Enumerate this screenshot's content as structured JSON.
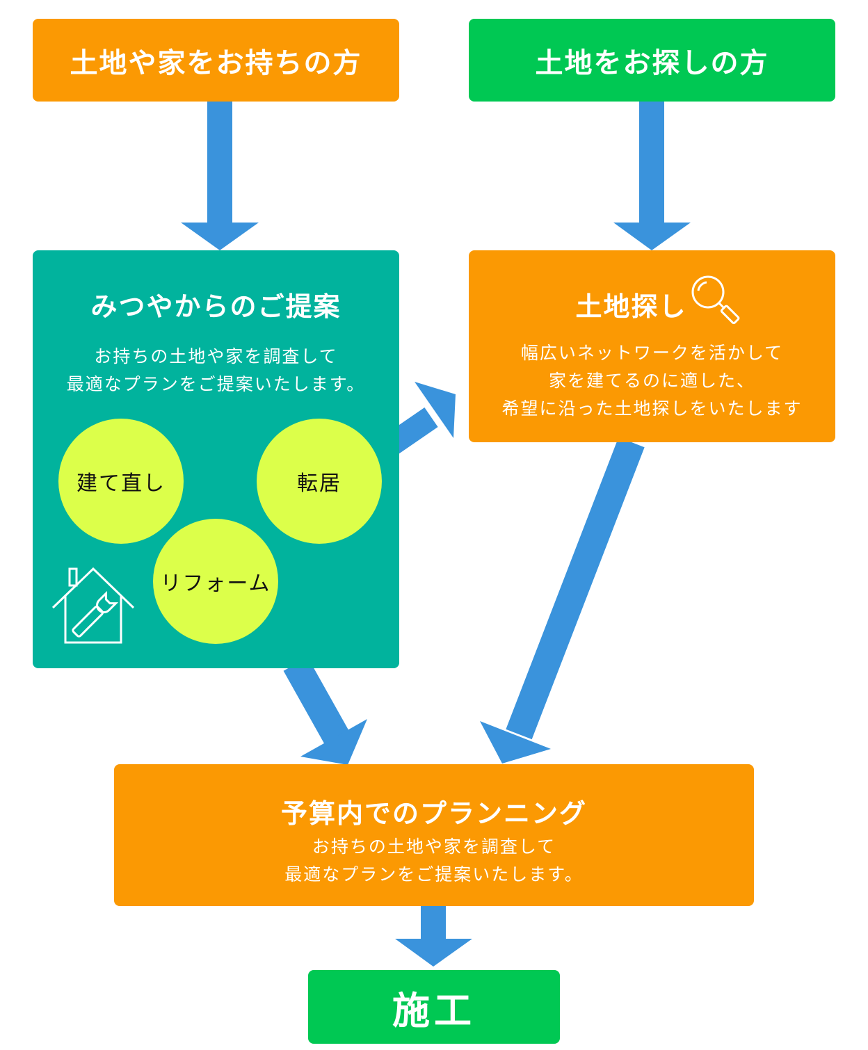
{
  "colors": {
    "orange": "#fb9903",
    "green": "#00c853",
    "teal": "#01b39d",
    "arrow": "#3a93dc",
    "circle": "#dcff4a"
  },
  "owners_box": {
    "title": "土地や家をお持ちの方"
  },
  "seekers_box": {
    "title": "土地をお探しの方"
  },
  "proposal": {
    "title": "みつやからのご提案",
    "text": [
      "お持ちの土地や家を調査して",
      "最適なプランをご提案いたします。"
    ],
    "options": [
      "建て直し",
      "転居",
      "リフォーム"
    ],
    "icon": "house-wrench-icon"
  },
  "land_search": {
    "title": "土地探し",
    "icon": "magnifier-icon",
    "text": [
      "幅広いネットワークを活かして",
      "家を建てるのに適した、",
      "希望に沿った土地探しをいたします"
    ]
  },
  "planning": {
    "title": "予算内でのプランニング",
    "text": [
      "お持ちの土地や家を調査して",
      "最適なプランをご提案いたします。"
    ]
  },
  "construction": {
    "title": "施工"
  }
}
